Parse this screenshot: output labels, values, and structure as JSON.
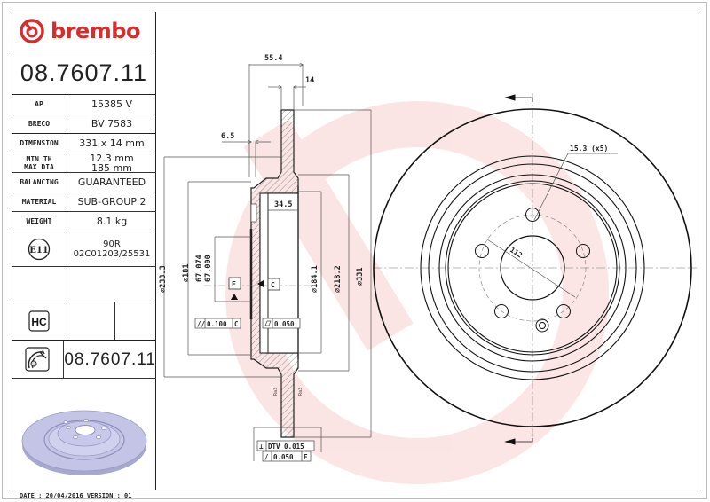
{
  "brand": {
    "name": "brembo",
    "color": "#d32f2f",
    "logo_icon": "brembo-b-circle-icon"
  },
  "part_number": "08.7607.11",
  "specs": [
    {
      "key": "AP",
      "value": "15385 V"
    },
    {
      "key": "BRECO",
      "value": "BV 7583"
    },
    {
      "key": "DIMENSION",
      "value": "331 x 14 mm"
    },
    {
      "key": "MIN TH\nMAX DIA",
      "key_line1": "MIN TH",
      "key_line2": "MAX DIA",
      "value_line1": "12.3 mm",
      "value_line2": "185 mm"
    },
    {
      "key": "BALANCING",
      "value": "GUARANTEED"
    },
    {
      "key": "MATERIAL",
      "value": "SUB-GROUP 2"
    },
    {
      "key": "WEIGHT",
      "value": "8.1 kg"
    }
  ],
  "homologation": {
    "icon": "e11-circle-icon",
    "icon_label": "E11",
    "line1": "90R",
    "line2": "02C01203/25531"
  },
  "hc_badge": {
    "icon": "hc-badge-icon",
    "label": "HC"
  },
  "kit": {
    "icon": "disc-caliper-icon",
    "part_number": "08.7607.11"
  },
  "preview": {
    "icon": "brake-disc-3d-render"
  },
  "drawing": {
    "dimensions": {
      "overall_height": "55.4",
      "thickness": "14",
      "hat_wall": "6.5",
      "hat_depth": "34.5",
      "dia_233": "⌀233.3",
      "dia_181": "⌀181",
      "dia_centre_max": "67.074",
      "dia_centre_min": "67.000",
      "dia_184": "⌀184.1",
      "dia_218": "⌀218.2",
      "dia_331": "⌀331",
      "bolt_holes": "15.3 (x5)",
      "pcd": "112"
    },
    "datums": {
      "f": "F",
      "c": "C"
    },
    "tolerances": {
      "parallelism": "0.100",
      "parallelism_ref": "C",
      "flatness": "0.050",
      "dtv_label": "DTV 0.015",
      "runout": "0.050",
      "runout_ref": "F"
    },
    "surface_marks": {
      "left": "Ra3",
      "right": "Ra3"
    }
  },
  "footer": {
    "text": "DATE : 20/04/2016 VERSION : 01"
  }
}
